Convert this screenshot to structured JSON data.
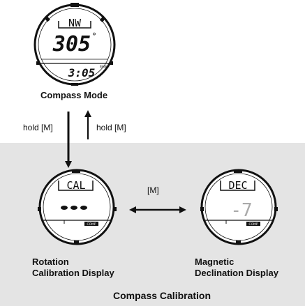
{
  "compass_mode": {
    "heading_dir": "NW",
    "heading_deg": "305",
    "degree_mark": "°",
    "time": "3:05",
    "small_tag": "BASE",
    "caption": "Compass Mode"
  },
  "transitions": {
    "down_label": "hold [M]",
    "up_label": "hold [M]",
    "between_label": "[M]"
  },
  "rotation_display": {
    "screen_text": "CAL",
    "small_tag": "COMP",
    "caption_line1": "Rotation",
    "caption_line2": "Calibration Display"
  },
  "declination_display": {
    "screen_text": "DEC",
    "value": "-7",
    "small_tag": "COMP",
    "caption_line1": "Magnetic",
    "caption_line2": "Declination Display"
  },
  "section_title": "Compass Calibration",
  "colors": {
    "panel_bg": "#e4e4e4",
    "ink": "#111111",
    "lcd_bg": "#ffffff"
  }
}
